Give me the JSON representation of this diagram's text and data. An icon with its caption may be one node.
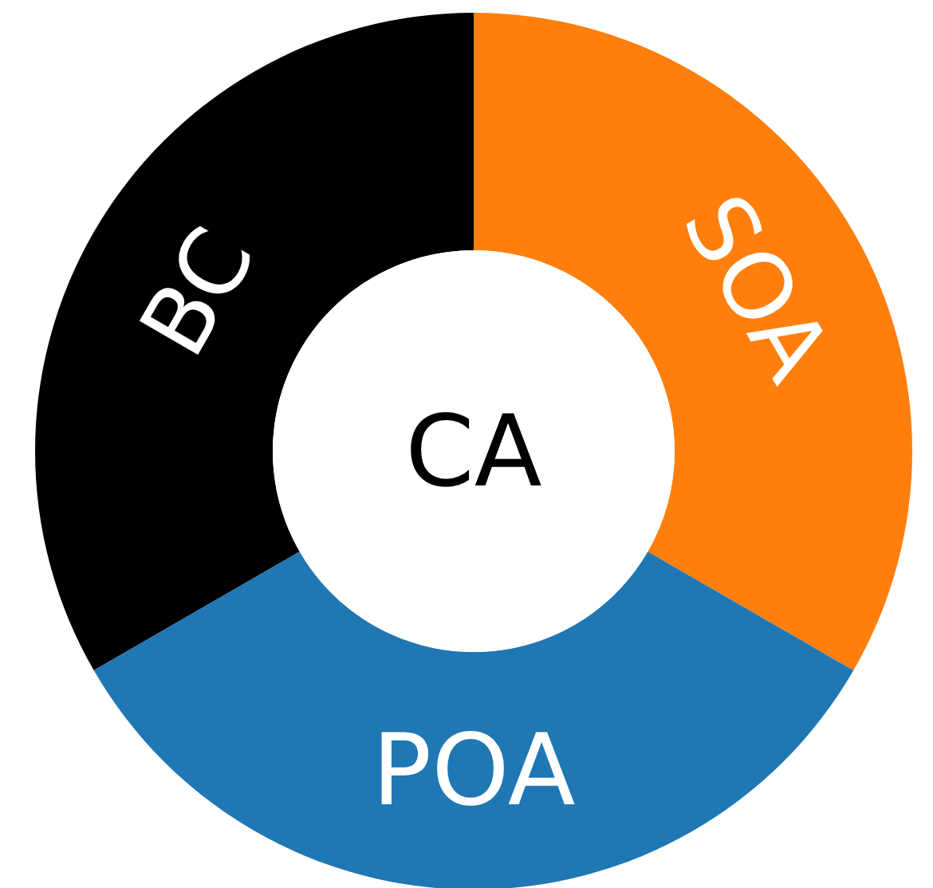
{
  "diagram": {
    "nodes": [
      {
        "text": [
          "BC"
        ]
      },
      {
        "text": [
          "SOA"
        ]
      },
      {
        "text": [
          "CA"
        ]
      },
      {
        "text": [
          "POA"
        ]
      }
    ]
  }
}
